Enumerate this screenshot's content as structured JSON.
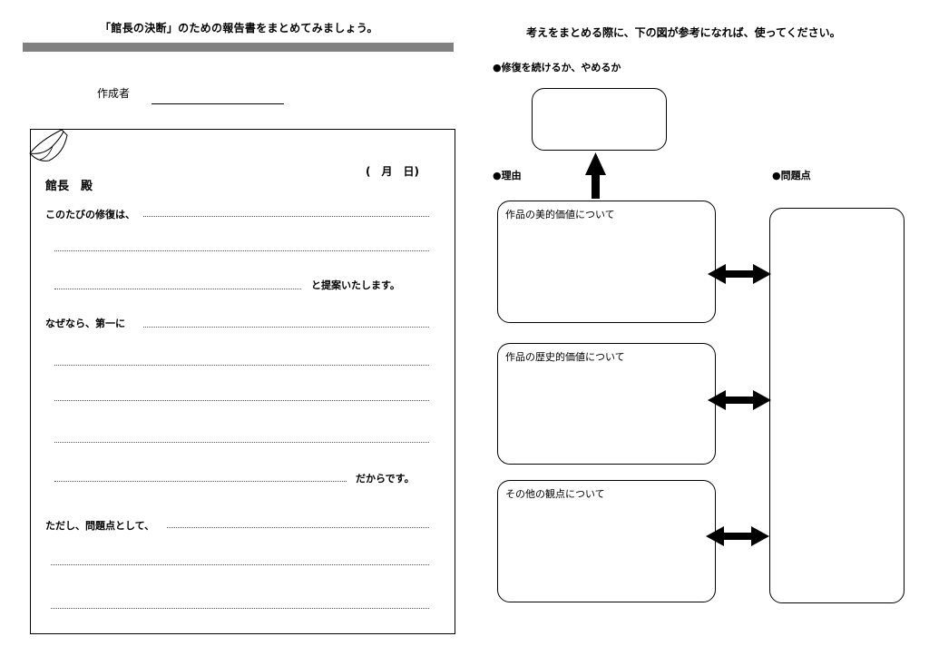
{
  "left": {
    "title": "「館長の決断」のための報告書をまとめてみましょう。",
    "author_label": "作成者",
    "date": "(　月　日)",
    "addressee": "館長　殿",
    "line1_label": "このたびの修復は、",
    "proposal_suffix": "と提案いたします。",
    "reason_label": "なぜなら、第一に",
    "reason_suffix": "だからです。",
    "problem_label": "ただし、問題点として、"
  },
  "right": {
    "title": "考えをまとめる際に、下の図が参考になれば、使ってください。",
    "decision_heading": "●修復を続けるか、やめるか",
    "reason_heading": "●理由",
    "problem_heading": "●問題点",
    "boxes": [
      {
        "label": "作品の美的価値について"
      },
      {
        "label": "作品の歴史的価値について"
      },
      {
        "label": "その他の観点について"
      }
    ]
  }
}
